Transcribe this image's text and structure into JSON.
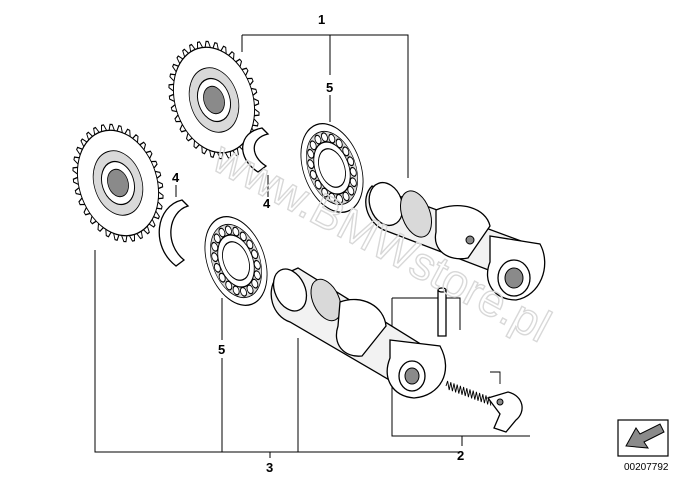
{
  "callouts": {
    "c1": "1",
    "c2": "2",
    "c3": "3",
    "c4_upper": "4",
    "c4_lower": "4",
    "c5_upper": "5",
    "c5_lower": "5"
  },
  "watermark": "www.BMWstore.pl",
  "part_number": "00207792",
  "icons": {
    "direction_badge": "arrow-box-icon"
  }
}
